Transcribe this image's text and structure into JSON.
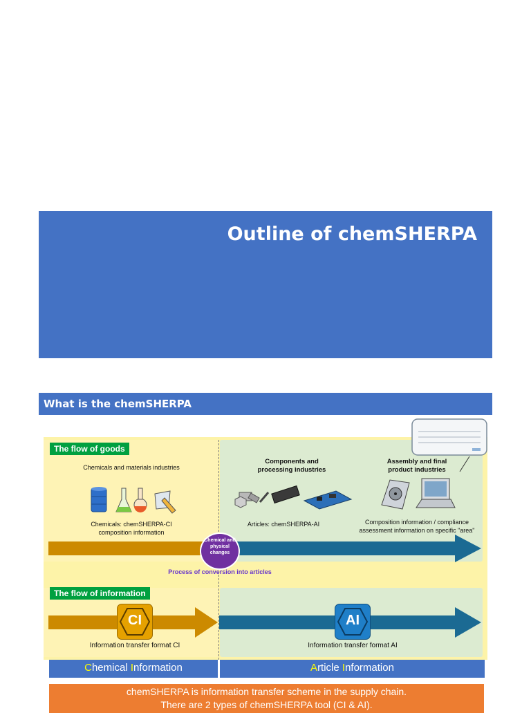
{
  "title": "Outline of chemSHERPA",
  "section": {
    "title": "What is the chemSHERPA"
  },
  "diagram": {
    "flow_of_goods": "The flow of goods",
    "flow_of_info": "The flow of information",
    "chemicals_industries": "Chemicals and materials industries",
    "components_industries": "Components and processing industries",
    "assembly_industries": "Assembly and final product industries",
    "chemicals_caption": "Chemicals: chemSHERPA-CI composition information",
    "articles_caption": "Articles: chemSHERPA-AI",
    "composition_caption": "Composition information / compliance assessment information on specific \"area\"",
    "change_circle": "Chemical and physical changes",
    "process_caption": "Process of conversion into articles",
    "ci_badge": "CI",
    "ai_badge": "AI",
    "ci_caption": "Information transfer format CI",
    "ai_caption": "Information transfer format AI"
  },
  "labels": {
    "chemical": {
      "first": "C",
      "rest1": "hemical ",
      "second": "I",
      "rest2": "nformation"
    },
    "article": {
      "first": "A",
      "rest1": "rticle ",
      "second": "I",
      "rest2": "nformation"
    }
  },
  "summary": {
    "line1": "chemSHERPA is information transfer scheme in the supply chain.",
    "line2": "There are 2 types of chemSHERPA tool (CI & AI)."
  },
  "colors": {
    "title_bg": "#4472c4",
    "goods_arrow_left": "#cc8a00",
    "goods_arrow_right": "#1b6a93",
    "change_circle": "#7030a0",
    "summary_bg": "#ed7d31",
    "tag_green": "#00a040"
  }
}
